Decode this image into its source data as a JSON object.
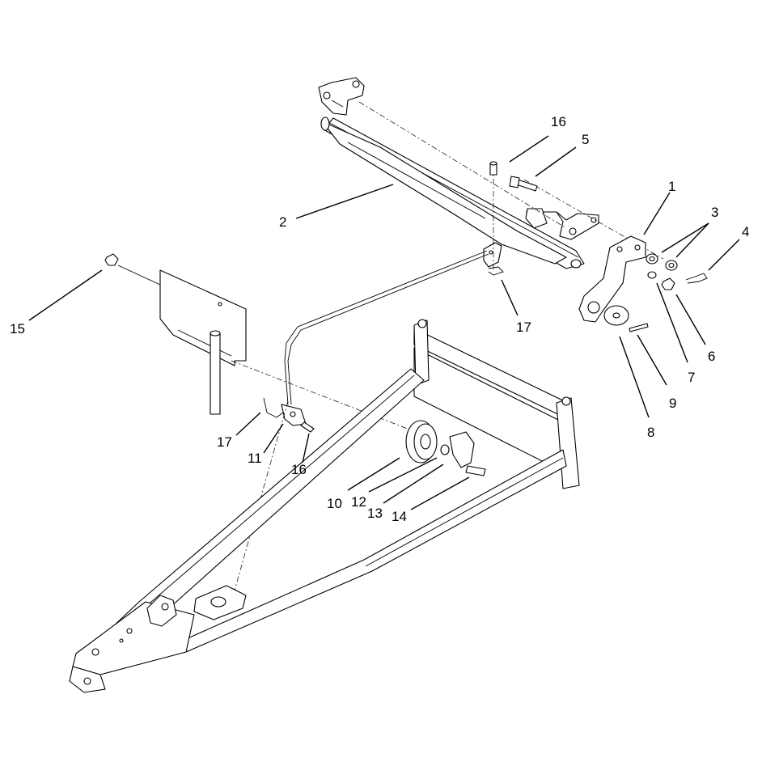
{
  "callouts": {
    "c1": "1",
    "c2": "2",
    "c3": "3",
    "c4": "4",
    "c5": "5",
    "c6": "6",
    "c7": "7",
    "c8": "8",
    "c9": "9",
    "c10": "10",
    "c11": "11",
    "c12": "12",
    "c13": "13",
    "c14": "14",
    "c15": "15",
    "c16a": "16",
    "c16b": "16",
    "c17a": "17",
    "c17b": "17"
  }
}
